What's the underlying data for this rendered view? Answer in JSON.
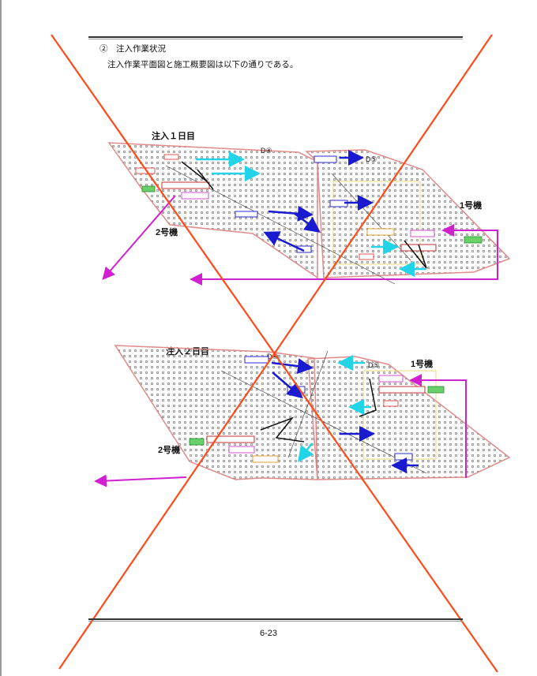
{
  "document": {
    "section_heading": "②　注入作業状況",
    "intro_text": "注入作業平面図と施工概要図は以下の通りである。",
    "page_number": "6-23"
  },
  "figures": [
    {
      "title": "注入１日目",
      "zone_left": "D④",
      "zone_right": "D⑤",
      "machine_right": "1号機",
      "machine_left": "2号機"
    },
    {
      "title": "注入２日目",
      "zone_left": "D④",
      "zone_right": "D⑤",
      "machine_right": "1号機",
      "machine_left": "2号機"
    }
  ],
  "colors": {
    "outline": "#e08a8a",
    "arrow_blue": "#1a1ad0",
    "arrow_cyan": "#22d4e8",
    "arrow_magenta": "#d020d0",
    "strike": "#ff4a1a"
  }
}
